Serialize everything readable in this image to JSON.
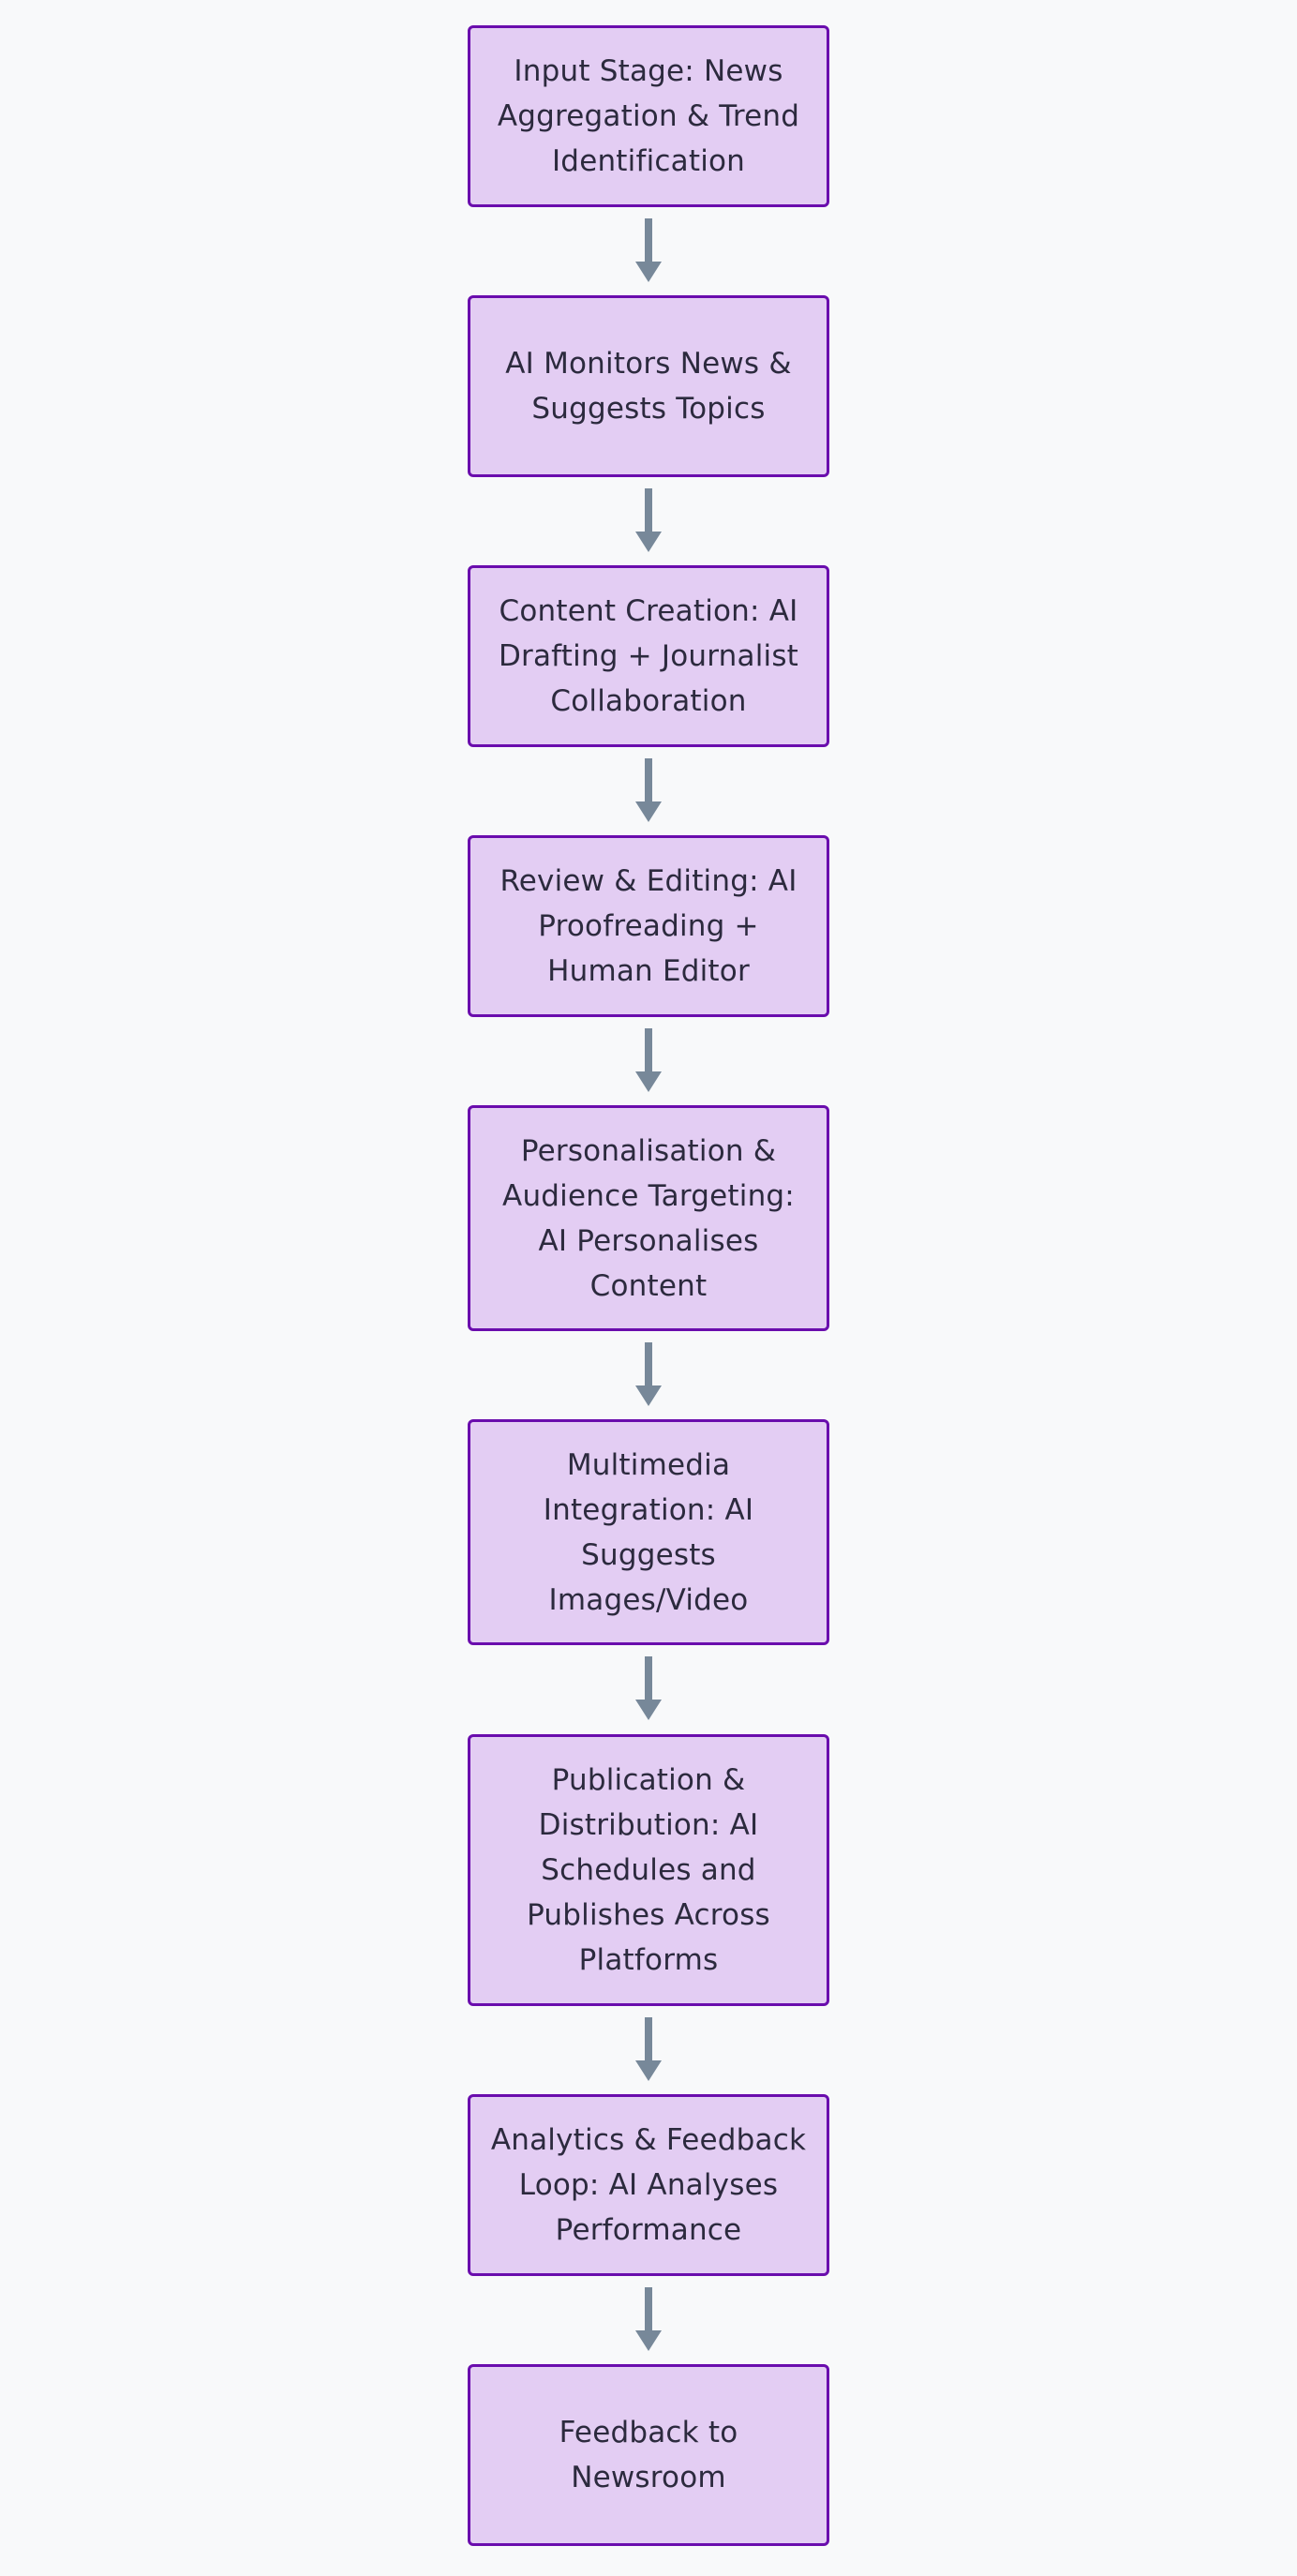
{
  "colors": {
    "background": "#f8f9fa",
    "node_fill": "#e3cdf3",
    "node_border": "#6a0dad",
    "node_text": "#2c2a3e",
    "arrow": "#778899"
  },
  "nodes": [
    {
      "label": "Input Stage: News Aggregation & Trend Identification"
    },
    {
      "label": "AI Monitors News & Suggests Topics"
    },
    {
      "label": "Content Creation: AI Drafting + Journalist Collaboration"
    },
    {
      "label": "Review & Editing: AI Proofreading + Human Editor"
    },
    {
      "label": "Personalisation & Audience Targeting: AI Personalises Content"
    },
    {
      "label": "Multimedia Integration: AI Suggests Images/Video"
    },
    {
      "label": "Publication & Distribution: AI Schedules and Publishes Across Platforms"
    },
    {
      "label": "Analytics & Feedback Loop: AI Analyses Performance"
    },
    {
      "label": "Feedback to Newsroom"
    }
  ]
}
